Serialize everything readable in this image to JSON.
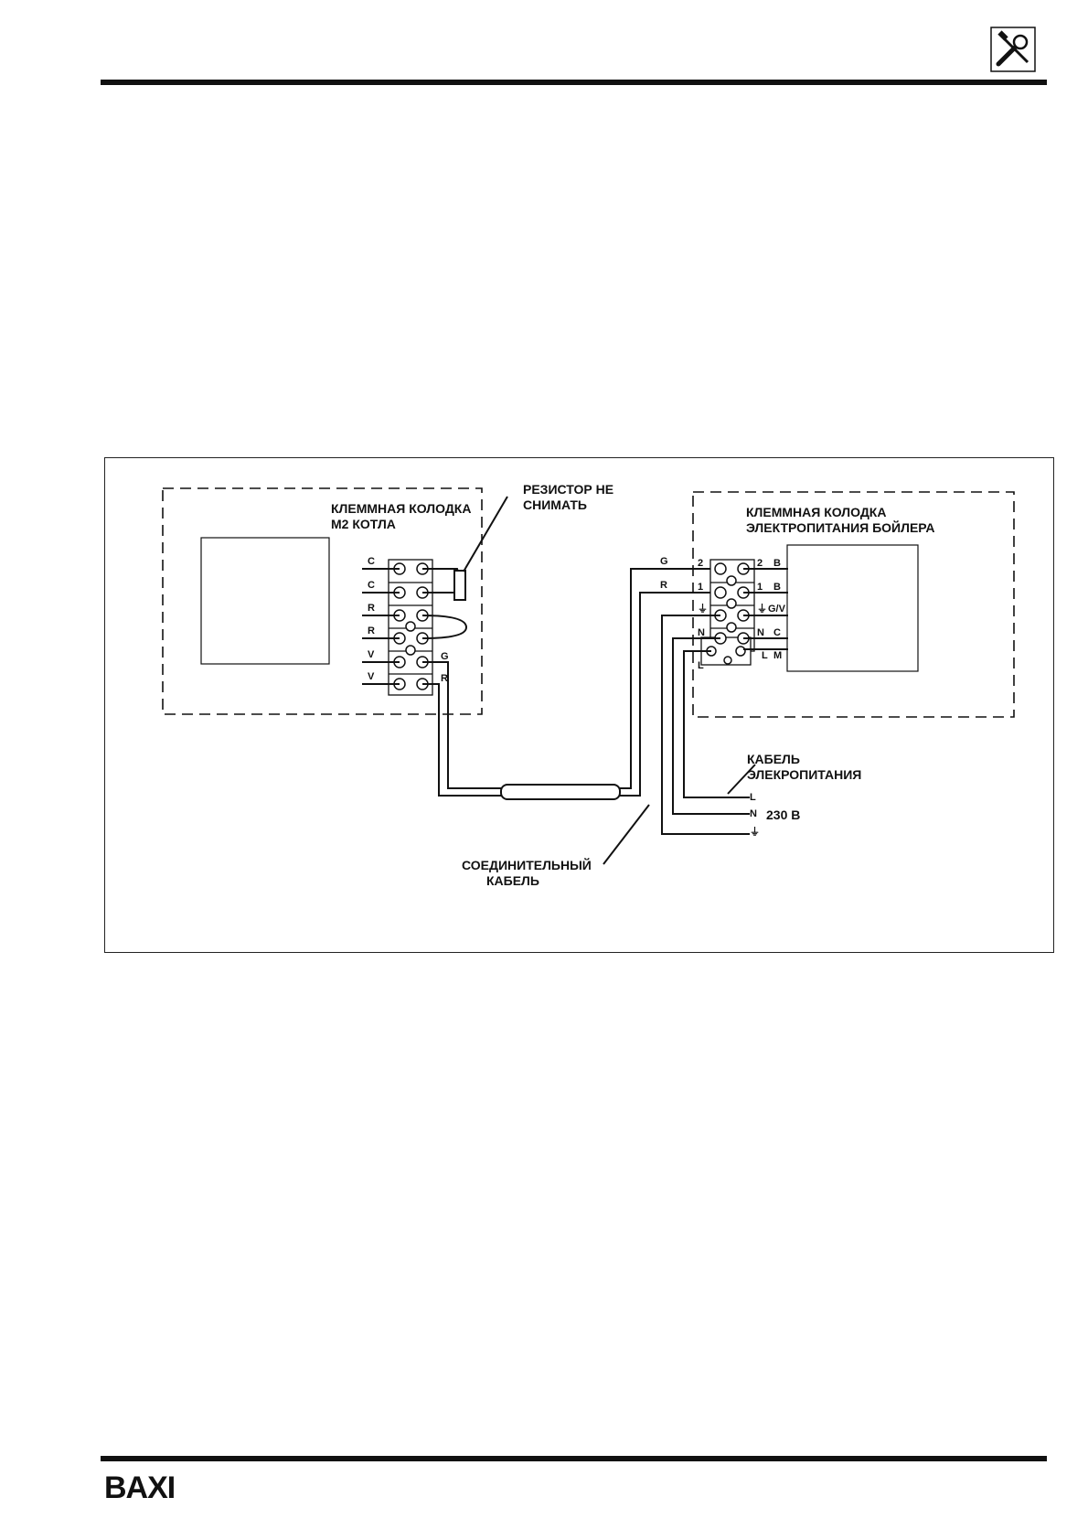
{
  "brand": {
    "logo_text": "BAXI"
  },
  "header_icon": "tools-icon",
  "diagram": {
    "boiler_block": {
      "line1": "КЛЕММНАЯ КОЛОДКА",
      "line2": "M2 КОТЛА"
    },
    "resistor_note": {
      "line1": "РЕЗИСТОР НЕ",
      "line2": "СНИМАТЬ"
    },
    "tank_block": {
      "line1": "КЛЕММНАЯ КОЛОДКА",
      "line2": "ЭЛЕКТРОПИТАНИЯ БОЙЛЕРА"
    },
    "power_cable": {
      "line1": "КАБЕЛЬ",
      "line2": "ЭЛЕКРОПИТАНИЯ"
    },
    "link_cable": {
      "line1": "СОЕДИНИТЕЛЬНЫЙ",
      "line2": "КАБЕЛЬ"
    },
    "voltage": "230 В",
    "left_terminals": [
      "C",
      "C",
      "R",
      "R",
      "V",
      "V"
    ],
    "left_out_labels": [
      "G",
      "R"
    ],
    "right_wire_labels": [
      "G",
      "R"
    ],
    "right_terminal_left": [
      "2",
      "1",
      "⏚",
      "N",
      "L"
    ],
    "right_terminal_right": [
      "2",
      "1",
      "⏚",
      "N",
      "L"
    ],
    "right_out_labels": [
      "B",
      "B",
      "G/V",
      "C",
      "M"
    ],
    "supply_labels": [
      "L",
      "N",
      "⏚"
    ]
  }
}
